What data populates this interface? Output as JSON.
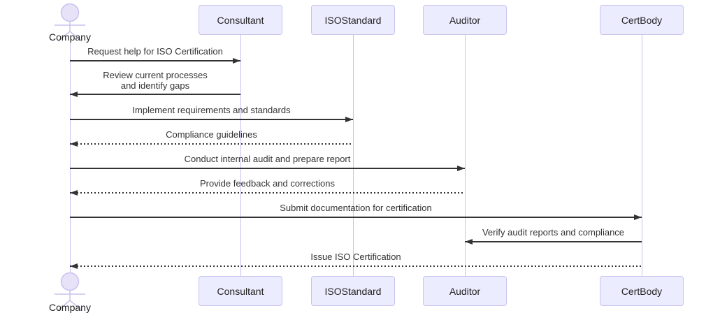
{
  "diagram": {
    "type": "sequence-diagram",
    "actors": [
      {
        "id": "company",
        "label": "Company",
        "kind": "actor"
      },
      {
        "id": "consultant",
        "label": "Consultant",
        "kind": "participant"
      },
      {
        "id": "isostandard",
        "label": "ISOStandard",
        "kind": "participant"
      },
      {
        "id": "auditor",
        "label": "Auditor",
        "kind": "participant"
      },
      {
        "id": "certbody",
        "label": "CertBody",
        "kind": "participant"
      }
    ],
    "messages": [
      {
        "from": "Company",
        "to": "Consultant",
        "line": "solid",
        "direction": "right",
        "label": "Request help for ISO Certification"
      },
      {
        "from": "Consultant",
        "to": "Company",
        "line": "solid",
        "direction": "left",
        "label": "Review current processes\nand identify gaps"
      },
      {
        "from": "Company",
        "to": "ISOStandard",
        "line": "solid",
        "direction": "right",
        "label": "Implement requirements and standards"
      },
      {
        "from": "ISOStandard",
        "to": "Company",
        "line": "dotted",
        "direction": "left",
        "label": "Compliance guidelines"
      },
      {
        "from": "Company",
        "to": "Auditor",
        "line": "solid",
        "direction": "right",
        "label": "Conduct internal audit and prepare report"
      },
      {
        "from": "Auditor",
        "to": "Company",
        "line": "dotted",
        "direction": "left",
        "label": "Provide feedback and corrections"
      },
      {
        "from": "Company",
        "to": "CertBody",
        "line": "solid",
        "direction": "right",
        "label": "Submit documentation for certification"
      },
      {
        "from": "CertBody",
        "to": "Auditor",
        "line": "solid",
        "direction": "left",
        "label": "Verify audit reports and compliance"
      },
      {
        "from": "CertBody",
        "to": "Company",
        "line": "dotted",
        "direction": "left",
        "label": "Issue ISO Certification"
      }
    ],
    "colors": {
      "background": "#ffffff",
      "participant_fill": "#ECECFF",
      "participant_border": "#c9c2ee",
      "lifeline": "#c9c2ee",
      "message_line": "#333333",
      "text": "#333333"
    }
  }
}
